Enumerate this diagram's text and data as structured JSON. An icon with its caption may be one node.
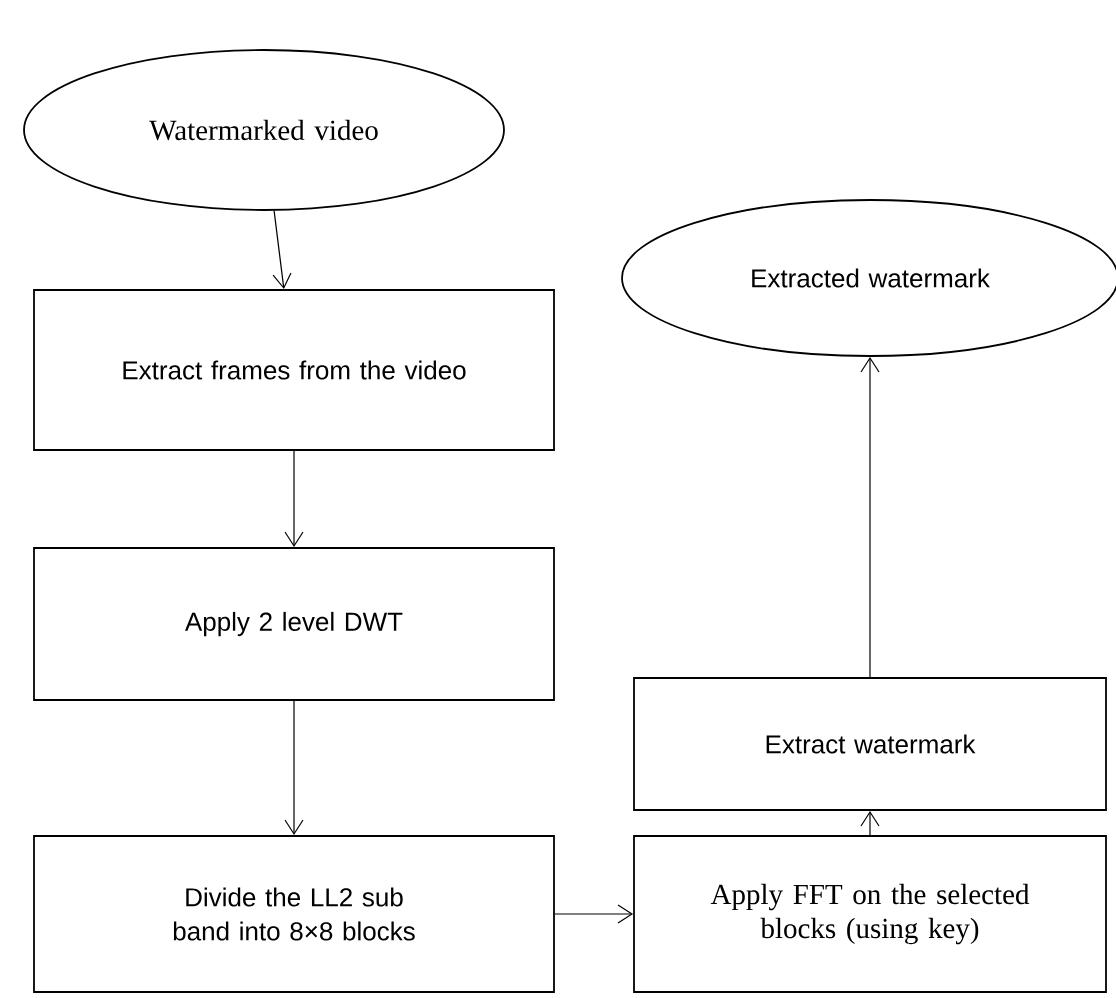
{
  "diagram": {
    "nodes": [
      {
        "text": [
          "Watermarked video"
        ]
      },
      {
        "text": [
          "Extract frames from the video"
        ]
      },
      {
        "text": [
          "Apply 2 level DWT"
        ]
      },
      {
        "text": [
          "Divide the LL2 sub band into 8×8 blocks"
        ]
      },
      {
        "text": [
          "Apply FFT on the selected blocks (using key)"
        ]
      },
      {
        "text": [
          "Extract watermark"
        ]
      },
      {
        "text": [
          "Extracted watermark"
        ]
      }
    ],
    "edges": [
      {
        "from": 0,
        "to": 1,
        "arrow": "to"
      },
      {
        "from": 1,
        "to": 2,
        "arrow": "to"
      },
      {
        "from": 2,
        "to": 3,
        "arrow": "to"
      },
      {
        "from": 3,
        "to": 4,
        "arrow": "to"
      },
      {
        "from": 4,
        "to": 5,
        "arrow": "to"
      },
      {
        "from": 5,
        "to": 6,
        "arrow": "to"
      }
    ]
  }
}
